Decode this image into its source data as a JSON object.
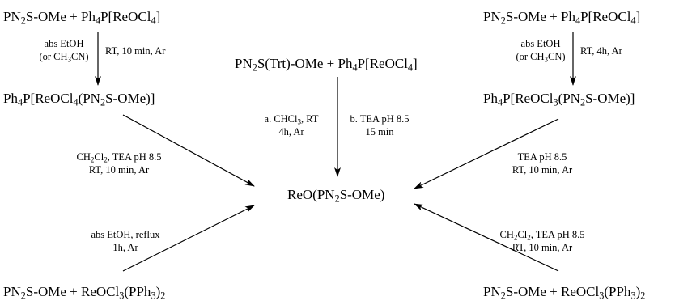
{
  "species": {
    "tl_reactants": "PN_2S-OMe + Ph_4P[ReOCl_4]",
    "tr_reactants": "PN_2S-OMe + Ph_4P[ReOCl_4]",
    "center_reactants": "PN_2S(Trt)-OMe + Ph_4P[ReOCl_4]",
    "left_intermediate": "Ph_4P[ReOCl_4(PN_2S-OMe)]",
    "right_intermediate": "Ph_4P[ReOCl_3(PN_2S-OMe)]",
    "product": "ReO(PN_2S-OMe)",
    "bl_reactants": "PN_2S-OMe + ReOCl_3(PPh_3)_2",
    "br_reactants": "PN_2S-OMe + ReOCl_3(PPh_3)_2"
  },
  "conditions": {
    "tl_left": [
      "abs EtOH",
      "(or CH_3CN)"
    ],
    "tl_right": [
      "RT, 10 min, Ar"
    ],
    "tr_left": [
      "abs EtOH",
      "(or CH_3CN)"
    ],
    "tr_right": [
      "RT, 4h, Ar"
    ],
    "center_left": [
      "a. CHCl_3, RT",
      "4h, Ar"
    ],
    "center_right": [
      "b. TEA pH 8.5",
      "15 min"
    ],
    "left_upper": [
      "CH_2Cl_2, TEA pH 8.5",
      "RT, 10 min, Ar"
    ],
    "left_lower": [
      "abs EtOH, reflux",
      "1h, Ar"
    ],
    "right_upper": [
      "TEA pH 8.5",
      "RT, 10 min, Ar"
    ],
    "right_lower": [
      "CH_2Cl_2, TEA pH 8.5",
      "RT, 10 min, Ar"
    ]
  }
}
